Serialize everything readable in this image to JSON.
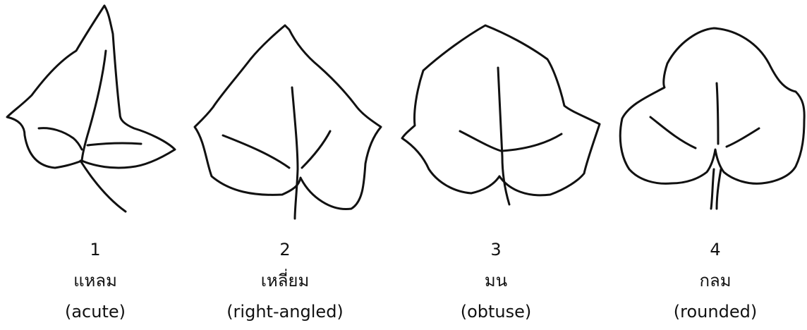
{
  "leaves": [
    {
      "number": "1",
      "thai": "แหลม",
      "english": "(acute)"
    },
    {
      "number": "2",
      "thai": "เหลี่ยม",
      "english": "(right-angled)"
    },
    {
      "number": "3",
      "thai": "มน",
      "english": "(obtuse)"
    },
    {
      "number": "4",
      "thai": "กลม",
      "english": "(rounded)"
    }
  ],
  "stroke_color": "#111111",
  "background_color": "#ffffff"
}
